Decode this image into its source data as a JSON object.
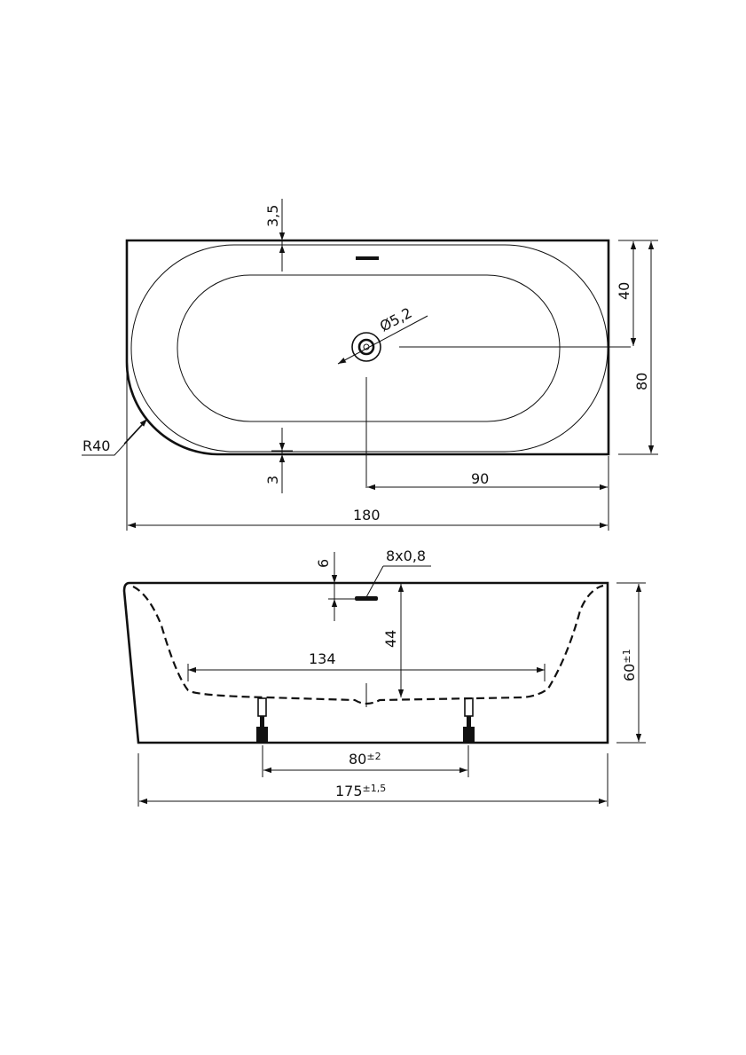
{
  "top_view": {
    "radius_label": "R40",
    "rim_top_label": "3,5",
    "rim_bottom_label": "3",
    "width_label": "80",
    "drain_offset_label": "40",
    "drain_length_label": "90",
    "drain_diameter_label": "Ø5,2",
    "length_label": "180"
  },
  "side_view": {
    "overflow_offset_label": "6",
    "overflow_size_label": "8x0,8",
    "depth_label": "44",
    "inner_length_label": "134",
    "height_label": "60",
    "height_tolerance": "±1",
    "feet_spacing_label": "80",
    "feet_spacing_tolerance": "±2",
    "base_length_label": "175",
    "base_length_tolerance": "±1,5"
  },
  "colors": {
    "line": "#111111",
    "background": "#ffffff"
  }
}
